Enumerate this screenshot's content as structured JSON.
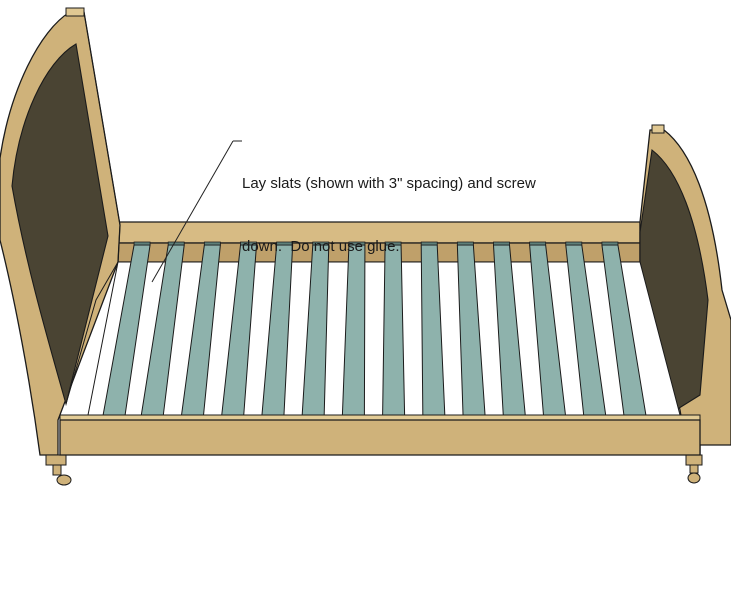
{
  "callout": {
    "line1": "Lay slats (shown with 3\" spacing) and screw",
    "line2": "down.  Do not use glue."
  },
  "colors": {
    "wood": "#cfb27a",
    "wood_dark": "#a88d57",
    "wood_light": "#e3cc96",
    "panel": "#4a4433",
    "slat": "#8eb2ac",
    "slat_edge": "#5e7f79",
    "outline": "#1b1b1b",
    "callout_line": "#222222"
  },
  "slats": {
    "count": 14,
    "spacing_note": "3\" spacing"
  }
}
